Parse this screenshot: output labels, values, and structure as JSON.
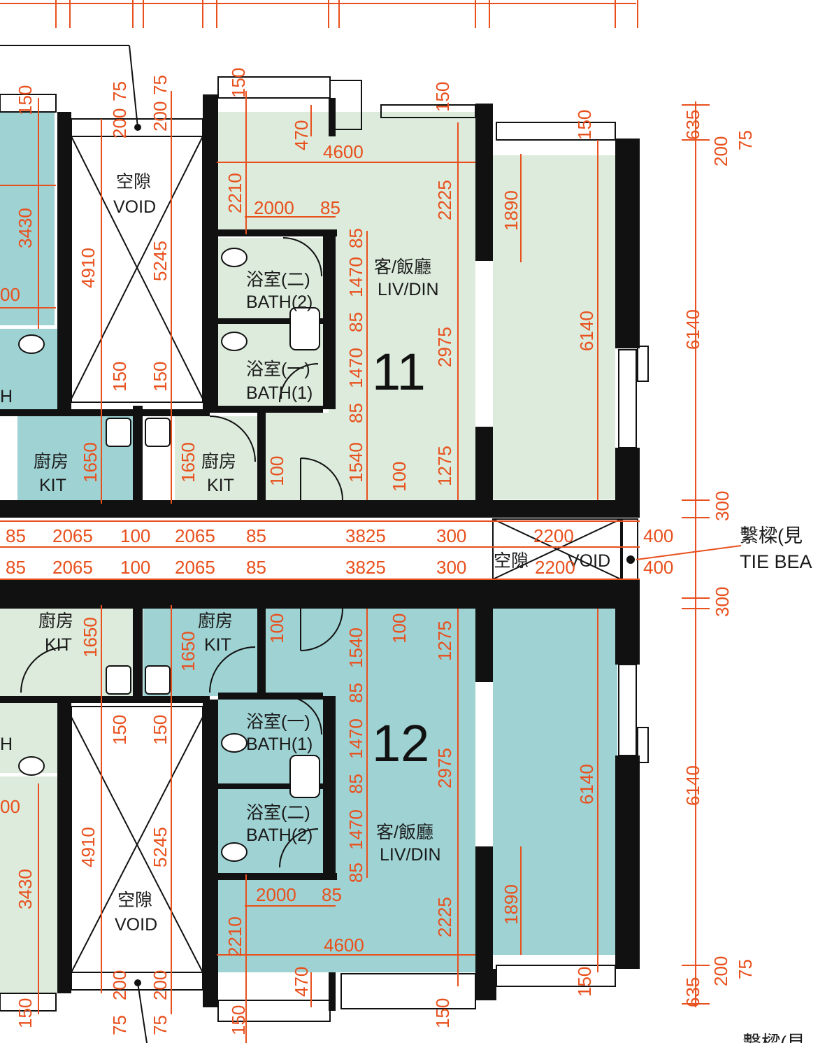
{
  "colors": {
    "flat11": "#dcebdc",
    "flat12": "#9fd2d3",
    "dimension": "#e8501d",
    "wall": "#111111"
  },
  "units": {
    "u11": {
      "number": "11",
      "liv": {
        "zh": "客/飯廳",
        "en": "LIV/DIN"
      },
      "bath2": {
        "zh": "浴室(二)",
        "en": "BATH(2)"
      },
      "bath1": {
        "zh": "浴室(一)",
        "en": "BATH(1)"
      },
      "kit": {
        "zh": "廚房",
        "en": "KIT"
      }
    },
    "u12": {
      "number": "12",
      "liv": {
        "zh": "客/飯廳",
        "en": "LIV/DIN"
      },
      "bath1": {
        "zh": "浴室(一)",
        "en": "BATH(1)"
      },
      "bath2": {
        "zh": "浴室(二)",
        "en": "BATH(2)"
      },
      "kit": {
        "zh": "廚房",
        "en": "KIT"
      }
    },
    "left_kit": {
      "zh": "廚房",
      "en": "KIT"
    },
    "left_partial": "H"
  },
  "voids": {
    "zh": "空隙",
    "en": "VOID"
  },
  "tie_beam": {
    "zh": "繫樑(見",
    "en": "TIE BEA",
    "bottom_partial": "繫樑(見"
  },
  "dimensions": {
    "d150": "150",
    "d200": "200",
    "d75": "75",
    "d470": "470",
    "d4600": "4600",
    "d2210": "2210",
    "d2000": "2000",
    "d85": "85",
    "d2225": "2225",
    "d1890": "1890",
    "d1470": "1470",
    "d2975": "2975",
    "d6140": "6140",
    "d1540": "1540",
    "d100": "100",
    "d1275": "1275",
    "d4910": "4910",
    "d5245": "5245",
    "d3430": "3430",
    "d1650": "1650",
    "d2065": "2065",
    "d3825": "3825",
    "d300": "300",
    "d2200": "2200",
    "d400": "400",
    "d635": "635",
    "d00": "00"
  }
}
